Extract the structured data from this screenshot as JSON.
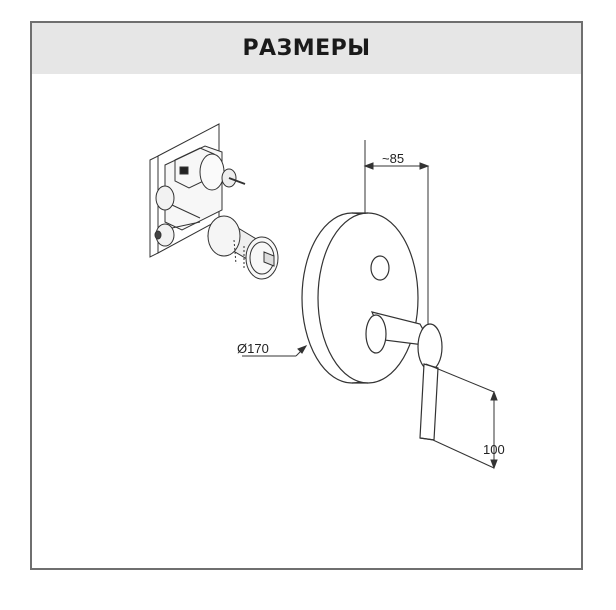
{
  "header": {
    "title": "РАЗМЕРЫ"
  },
  "dimensions": {
    "depth": "~85",
    "diameter": "Ø170",
    "handle_height": "100"
  },
  "colors": {
    "header_bg": "#e6e6e6",
    "frame_border": "#6f6f6f",
    "line": "#333333"
  }
}
